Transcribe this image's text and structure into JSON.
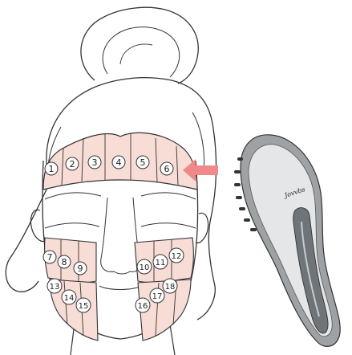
{
  "diagram": {
    "zones": [
      {
        "id": 1,
        "label": "1"
      },
      {
        "id": 2,
        "label": "2"
      },
      {
        "id": 3,
        "label": "3"
      },
      {
        "id": 4,
        "label": "4"
      },
      {
        "id": 5,
        "label": "5"
      },
      {
        "id": 6,
        "label": "6"
      },
      {
        "id": 7,
        "label": "7"
      },
      {
        "id": 8,
        "label": "8"
      },
      {
        "id": 9,
        "label": "9"
      },
      {
        "id": 10,
        "label": "10"
      },
      {
        "id": 11,
        "label": "11"
      },
      {
        "id": 12,
        "label": "12"
      },
      {
        "id": 13,
        "label": "13"
      },
      {
        "id": 14,
        "label": "14"
      },
      {
        "id": 15,
        "label": "15"
      },
      {
        "id": 16,
        "label": "16"
      },
      {
        "id": 17,
        "label": "17"
      },
      {
        "id": 18,
        "label": "18"
      }
    ],
    "brand": "Jovvbs",
    "colors": {
      "zone_fill": "#f8dcd6",
      "line": "#333333",
      "arrow": "#f08a8a",
      "device_body": "#9ea2a5",
      "device_face": "#e4e6e7",
      "device_slot": "#6f7478"
    },
    "icons": {
      "face": "face-outline-icon",
      "arrow": "arrow-icon",
      "device": "massage-device-icon"
    }
  }
}
